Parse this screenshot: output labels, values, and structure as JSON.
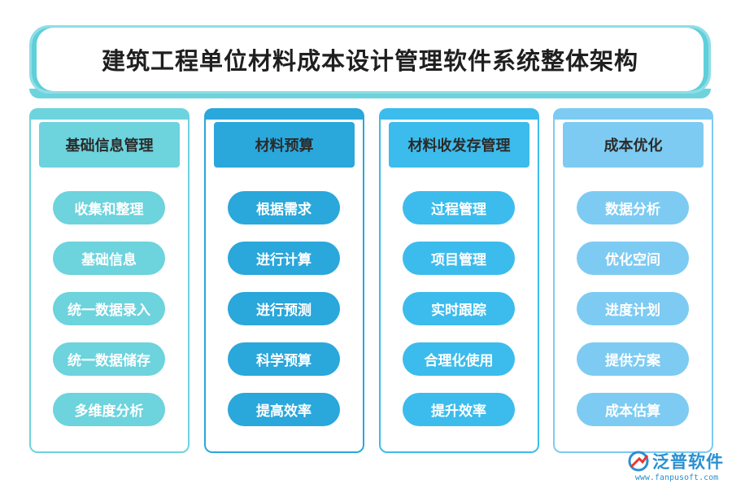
{
  "title": "建筑工程单位材料成本设计管理软件系统整体架构",
  "columns": [
    {
      "header": "基础信息管理",
      "items": [
        "收集和整理",
        "基础信息",
        "统一数据录入",
        "统一数据储存",
        "多维度分析"
      ],
      "color": "#6dd3dd"
    },
    {
      "header": "材料预算",
      "items": [
        "根据需求",
        "进行计算",
        "进行预测",
        "科学预算",
        "提高效率"
      ],
      "color": "#2aa7db"
    },
    {
      "header": "材料收发存管理",
      "items": [
        "过程管理",
        "项目管理",
        "实时跟踪",
        "合理化使用",
        "提升效率"
      ],
      "color": "#3cbcec"
    },
    {
      "header": "成本优化",
      "items": [
        "数据分析",
        "优化空间",
        "进度计划",
        "提供方案",
        "成本估算"
      ],
      "color": "#7dcbf2"
    }
  ],
  "logo": {
    "name": "泛普软件",
    "url": "www.fanpusoft.com",
    "icon": "fanpu-logo-icon"
  }
}
